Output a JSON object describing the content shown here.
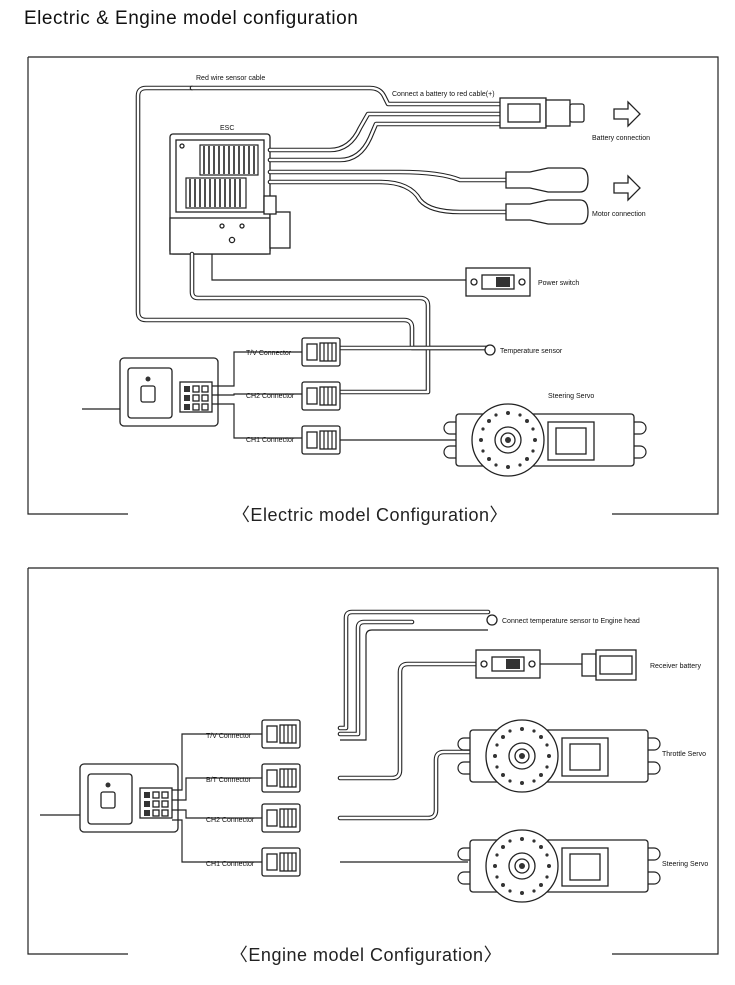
{
  "page_title": "Electric & Engine model configuration",
  "electric": {
    "caption": "〈Electric model Configuration〉",
    "labels": {
      "red_wire_sensor_cable": "Red wire sensor cable",
      "connect_battery": "Connect a battery to red cable(+)",
      "esc": "ESC",
      "battery_connection": "Battery connection",
      "motor_connection": "Motor connection",
      "power_switch": "Power switch",
      "temperature_sensor": "Temperature sensor",
      "tv_connector": "T/V Connector",
      "ch2_connector": "CH2 Connector",
      "ch1_connector": "CH1 Connector",
      "steering_servo": "Steering Servo"
    }
  },
  "engine": {
    "caption": "〈Engine model Configuration〉",
    "labels": {
      "connect_temp_sensor": "Connect temperature sensor to Engine head",
      "receiver_battery": "Receiver battery",
      "tv_connector": "T/V Connector",
      "bt_connector": "B/T Connector",
      "ch2_connector": "CH2 Connector",
      "ch1_connector": "CH1 Connector",
      "throttle_servo": "Throttle Servo",
      "steering_servo": "Steering Servo"
    }
  },
  "colors": {
    "line": "#222222",
    "background": "#ffffff"
  }
}
